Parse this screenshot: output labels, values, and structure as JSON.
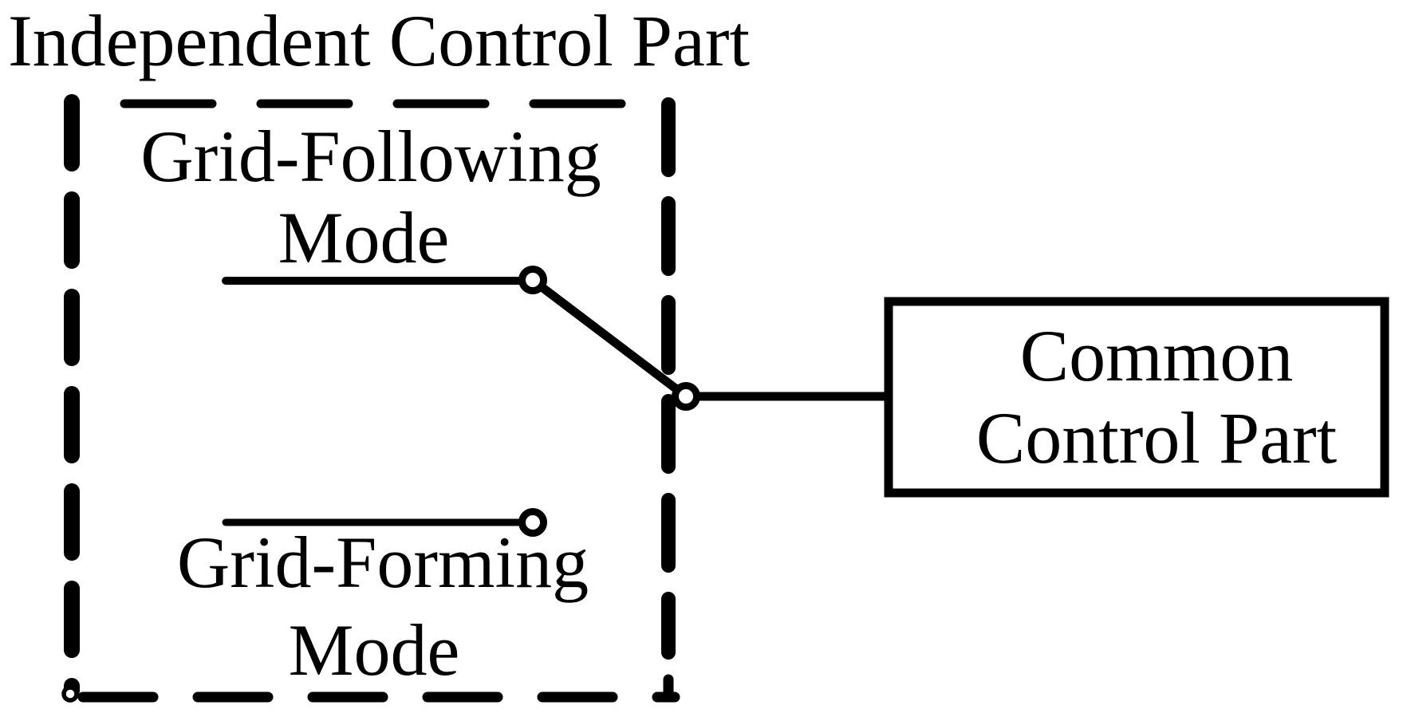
{
  "title": "Independent Control Part",
  "independent_section": {
    "grid_following": {
      "line1": "Grid-Following",
      "line2": "Mode"
    },
    "grid_forming": {
      "line1": "Grid-Forming",
      "line2": "Mode"
    }
  },
  "common_box": {
    "line1": "Common",
    "line2": "Control Part"
  },
  "colors": {
    "ink": "#000000",
    "background": "#ffffff"
  },
  "icons": {
    "dashed_boundary": "independent-control-dashed-box",
    "switch": "spdt-selector-switch-icon",
    "solid_box": "common-control-box"
  }
}
